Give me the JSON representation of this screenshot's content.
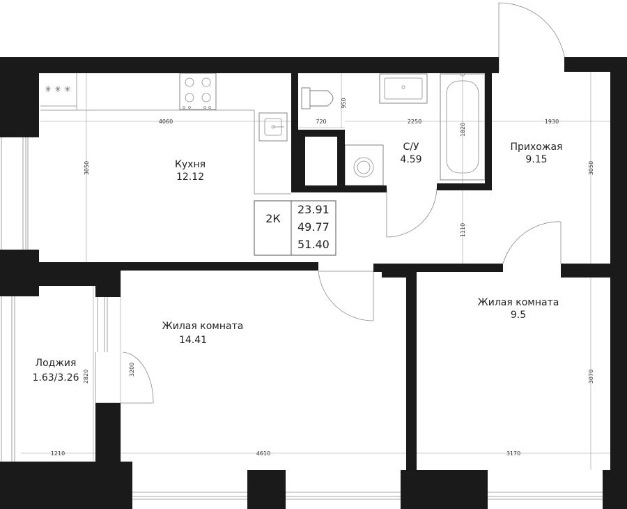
{
  "plan": {
    "rooms": [
      {
        "id": "kitchen",
        "name": "Кухня",
        "area": "12.12"
      },
      {
        "id": "bathroom",
        "name": "С/У",
        "area": "4.59"
      },
      {
        "id": "hallway",
        "name": "Прихожая",
        "area": "9.15"
      },
      {
        "id": "living-1",
        "name": "Жилая комната",
        "area": "14.41"
      },
      {
        "id": "living-2",
        "name": "Жилая комната",
        "area": "9.5"
      },
      {
        "id": "loggia",
        "name": "Лоджия",
        "area": "1.63/3.26"
      }
    ],
    "summary": {
      "type": "2К",
      "living_area": "23.91",
      "total_area": "49.77",
      "total_with_loggia": "51.40"
    },
    "dimensions": {
      "kitchen_width": "4060",
      "kitchen_height": "3050",
      "wc_width": "720",
      "wc_depth": "950",
      "bath_width": "2250",
      "bathtub_length": "1820",
      "hall_width": "1930",
      "hall_height": "3050",
      "corridor_depth": "1110",
      "living1_width": "4610",
      "living1_height": "3200",
      "living2_width": "3170",
      "living2_height": "3070",
      "loggia_width": "1210",
      "loggia_height": "2820"
    },
    "colors": {
      "wall": "#1a1a1a",
      "line": "#888888",
      "background": "#ffffff"
    }
  }
}
